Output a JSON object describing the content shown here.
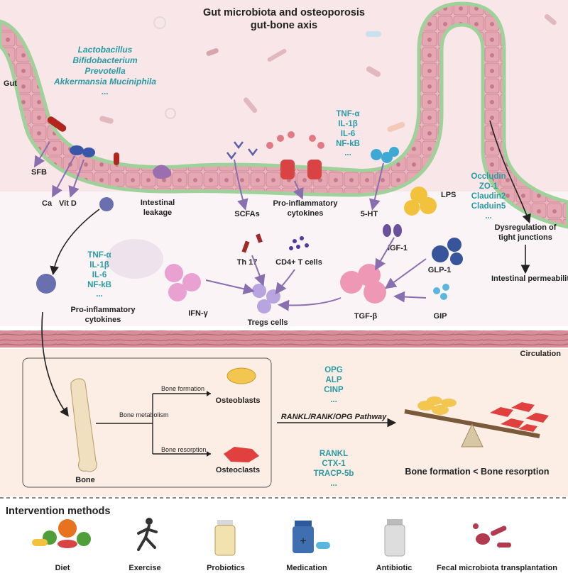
{
  "title": {
    "line1": "Gut microbiota and osteoporosis",
    "line2": "gut-bone axis"
  },
  "bacteria_list": [
    "Lactobacillus",
    "Bifidobacterium",
    "Prevotella",
    "Akkermansia Muciniphila",
    "..."
  ],
  "labels": {
    "gut": "Gut",
    "sfb": "SFB",
    "ca": "Ca",
    "vitd": "Vit D",
    "leak1": "Intestinal",
    "leak2": "leakage",
    "scfas": "SCFAs",
    "proinf_a1": "Pro-inflammatory",
    "proinf_a2": "cytokines",
    "ht5": "5-HT",
    "lps": "LPS",
    "dysreg1": "Dysregulation of",
    "dysreg2": "tight junctions",
    "permeability": "Intestinal permeability↑",
    "proinf_b1": "Pro-inflammatory",
    "proinf_b2": "cytokines",
    "th17": "Th 17",
    "cd4": "CD4+ T cells",
    "ifng": "IFN-γ",
    "tregs": "Tregs cells",
    "igf1": "IGF-1",
    "glp1": "GLP-1",
    "gip": "GIP",
    "tgfb": "TGF-β",
    "circulation": "Circulation",
    "bone": "Bone",
    "bone_metabolism": "Bone metabolism",
    "bone_formation": "Bone formation",
    "bone_resorption": "Bone resorption",
    "osteoblasts": "Osteoblasts",
    "osteoclasts": "Osteoclasts",
    "pathway": "RANKL/RANK/OPG Pathway",
    "balance": "Bone formation  < Bone resorption"
  },
  "cytokines_gut": [
    "TNF-α",
    "IL-1β",
    "IL-6",
    "NF-kB",
    "..."
  ],
  "cytokines_blood": [
    "TNF-α",
    "IL-1β",
    "IL-6",
    "NF-kB",
    "..."
  ],
  "tight_junctions": [
    "Occludin",
    "ZO-1",
    "Claudin2",
    "Claduin5",
    "..."
  ],
  "formation_markers": [
    "OPG",
    "ALP",
    "CINP",
    "..."
  ],
  "resorption_markers": [
    "RANKL",
    "CTX-1",
    "TRACP-5b",
    "..."
  ],
  "interventions": {
    "heading": "Intervention methods",
    "items": [
      "Diet",
      "Exercise",
      "Probiotics",
      "Medication",
      "Antibiotic",
      "Fecal microbiota transplantation"
    ]
  },
  "colors": {
    "accent_teal": "#2a9aa3",
    "gut_bg": "#f8e6e8",
    "epithelium": "#e8b4bc",
    "bone_panel": "#fdeee5",
    "arrow_purple": "#8a6fb0"
  }
}
